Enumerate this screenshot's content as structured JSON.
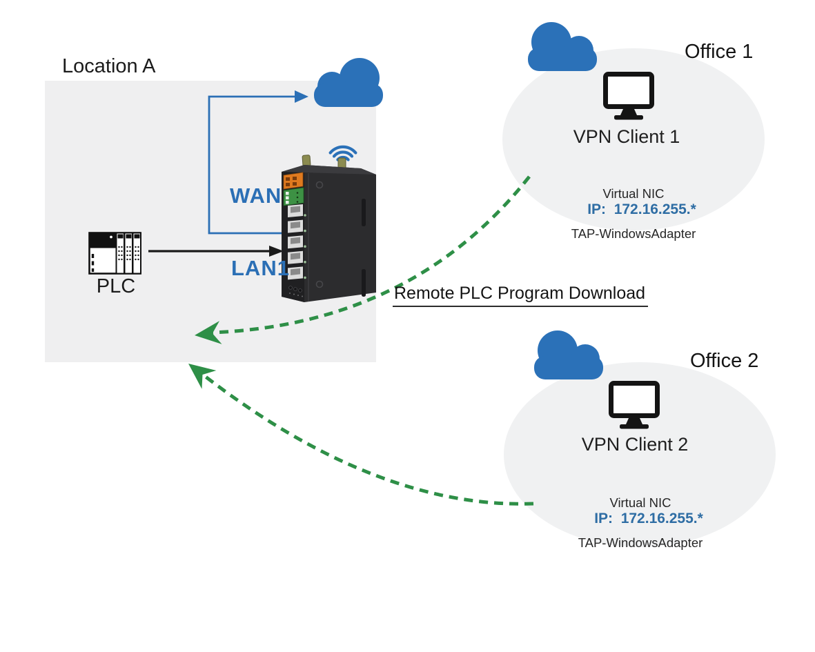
{
  "diagram": {
    "location_a": {
      "title": "Location A",
      "plc_label": "PLC",
      "wan_label": "WAN",
      "lan_label": "LAN1"
    },
    "connection_label": "Remote PLC Program Download",
    "offices": [
      {
        "title": "Office 1",
        "client_label": "VPN Client 1",
        "nic_line1": "Virtual NIC",
        "nic_line2": "TAP-WindowsAdapter",
        "ip_label": "IP:  172.16.255.*"
      },
      {
        "title": "Office 2",
        "client_label": "VPN Client 2",
        "nic_line1": "Virtual NIC",
        "nic_line2": "TAP-WindowsAdapter",
        "ip_label": "IP:  172.16.255.*"
      }
    ],
    "icons": {
      "cloud": "cloud-icon",
      "wifi": "wifi-signal-icon",
      "monitor": "desktop-monitor-icon",
      "plc": "plc-rack-icon",
      "router": "industrial-vpn-router-icon"
    },
    "colors": {
      "accent_blue": "#2b6fb5",
      "cloud_blue": "#2b71b8",
      "ip_blue": "#2e6da4",
      "vpn_green": "#2e8f47",
      "location_panel_gray": "#efeff0",
      "office_ellipse_gray": "#f0f1f2",
      "device_black": "#2c2c2e"
    }
  }
}
